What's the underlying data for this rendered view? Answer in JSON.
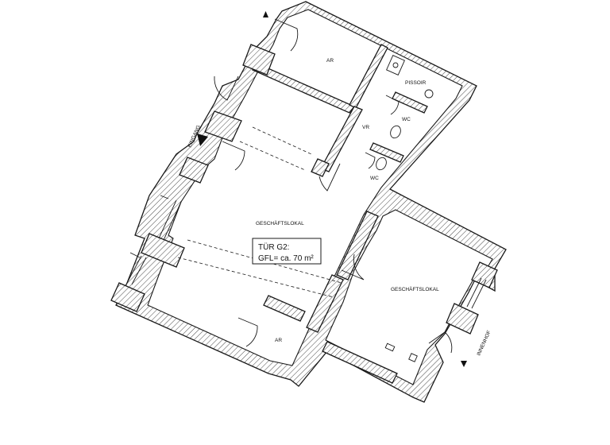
{
  "rooms": {
    "ar_top": "AR",
    "pissoir": "PISSOIR",
    "wc_upper": "WC",
    "vr": "VR",
    "wc_lower": "WC",
    "geschaeftslokal_left": "GESCHÄFTSLOKAL",
    "geschaeftslokal_right": "GESCHÄFTSLOKAL",
    "ar_bottom": "AR"
  },
  "labels": {
    "eingang": "EINGANG",
    "innenhof": "INNENHOF"
  },
  "infobox": {
    "line1": "TÜR G2:",
    "line2": "GFL= ca. 70 m²"
  }
}
